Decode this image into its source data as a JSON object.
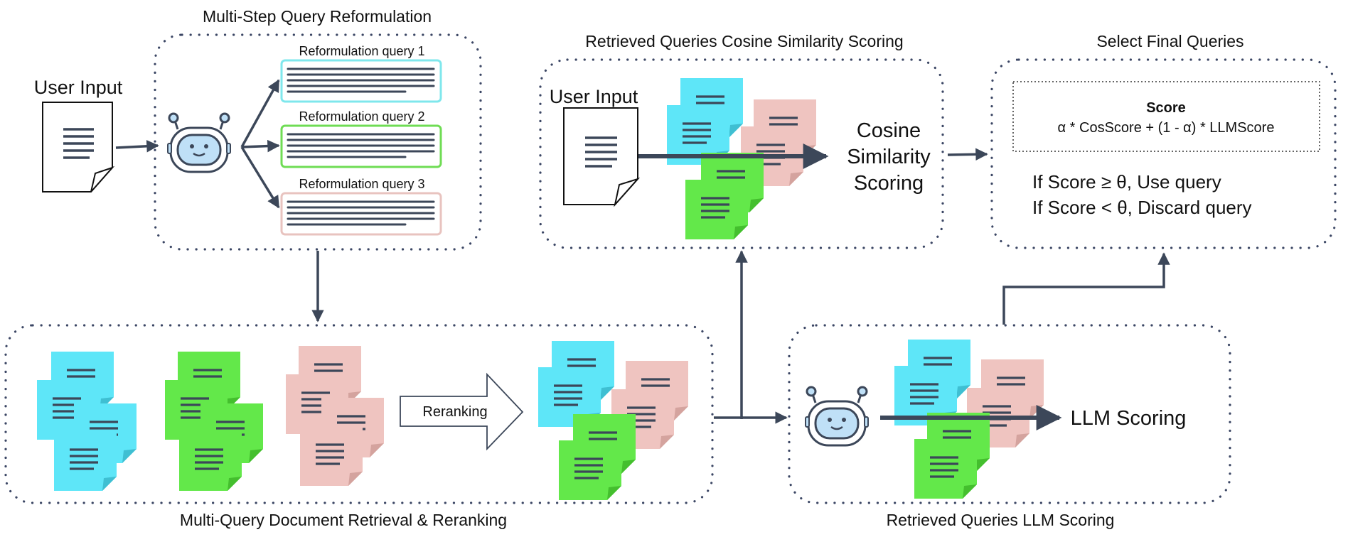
{
  "panels": {
    "reformulation": {
      "title": "Multi-Step Query Reformulation",
      "queries": [
        "Reformulation query 1",
        "Reformulation query 2",
        "Reformulation query 3"
      ]
    },
    "retrieval": {
      "title": "Multi-Query Document Retrieval & Reranking",
      "rerank_label": "Reranking"
    },
    "cosine": {
      "title": "Retrieved Queries Cosine Similarity Scoring",
      "result_lines": [
        "Cosine",
        "Similarity",
        "Scoring"
      ]
    },
    "llm": {
      "title": "Retrieved Queries LLM Scoring",
      "result_label": "LLM Scoring"
    },
    "select": {
      "title": "Select Final Queries",
      "score_title": "Score",
      "formula": "α * CosScore + (1 - α) * LLMScore",
      "rule_use": "If Score ≥ θ, Use query",
      "rule_discard": "If Score < θ, Discard query"
    }
  },
  "user_input_label": "User Input",
  "colors": {
    "cyan": "#5ee6f8",
    "green": "#63e84a",
    "pink": "#efc4c0",
    "panel_border": "#3b4664",
    "arrow": "#3c4759",
    "robot_face": "#bfe0f7",
    "q1_border": "#7fe7ec",
    "q2_border": "#6fdc54",
    "q3_border": "#e8c3bf"
  },
  "icons": [
    "document-icon",
    "robot-icon",
    "sticky-note-icon",
    "right-arrow-icon"
  ]
}
